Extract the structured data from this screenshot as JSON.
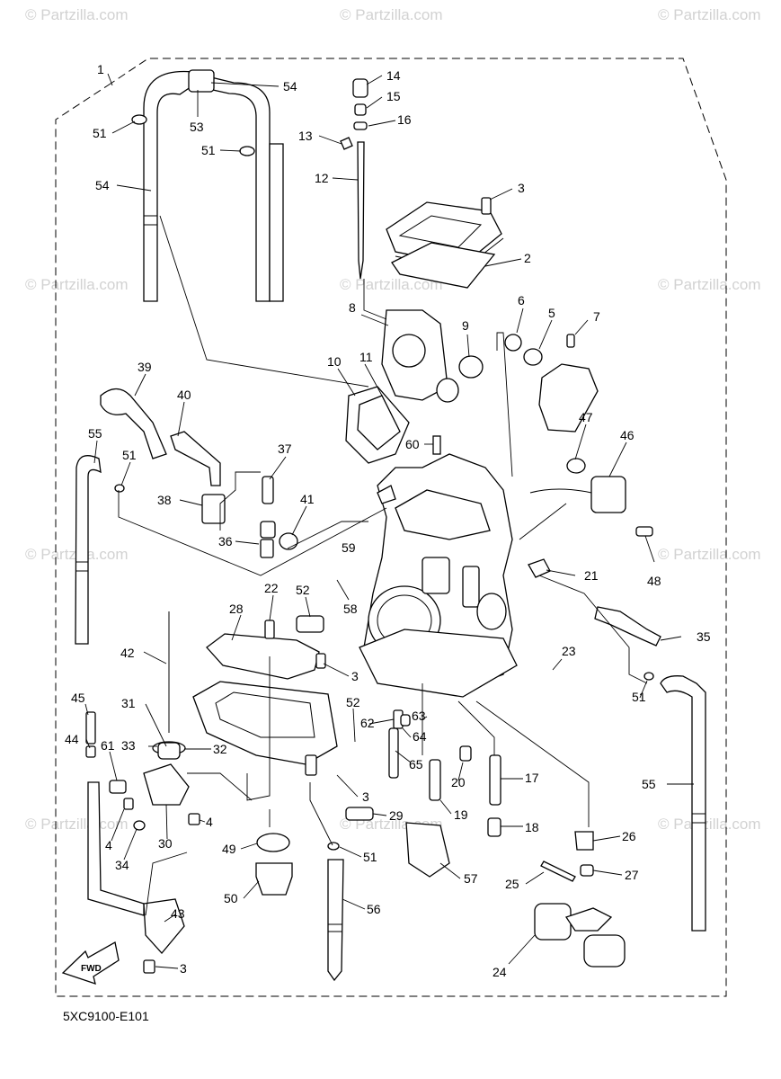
{
  "watermark": "© Partzilla.com",
  "diagram_code": "5XC9100-E101",
  "fwd_label": "FWD",
  "callouts": [
    "1",
    "54",
    "53",
    "51",
    "51",
    "14",
    "15",
    "16",
    "13",
    "12",
    "54",
    "3",
    "2",
    "6",
    "5",
    "7",
    "8",
    "9",
    "10",
    "11",
    "39",
    "40",
    "47",
    "46",
    "55",
    "51",
    "37",
    "60",
    "38",
    "41",
    "36",
    "59",
    "21",
    "48",
    "22",
    "52",
    "58",
    "28",
    "35",
    "42",
    "3",
    "23",
    "45",
    "31",
    "52",
    "63",
    "51",
    "62",
    "64",
    "32",
    "44",
    "61",
    "33",
    "65",
    "20",
    "17",
    "55",
    "3",
    "29",
    "19",
    "4",
    "30",
    "18",
    "4",
    "26",
    "34",
    "49",
    "51",
    "57",
    "27",
    "25",
    "43",
    "50",
    "56",
    "24",
    "3"
  ],
  "colors": {
    "line": "#000000",
    "background": "#ffffff",
    "watermark": "#d2d2d2"
  }
}
